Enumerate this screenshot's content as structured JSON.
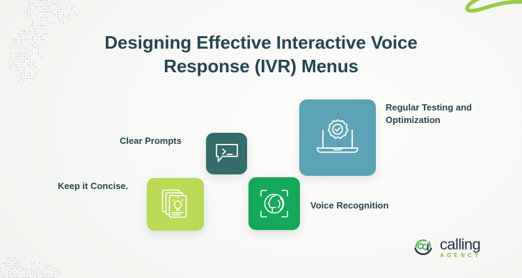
{
  "slide": {
    "title": "Designing Effective Interactive Voice Response (IVR) Menus",
    "background_color": "#f6f7f4",
    "title_color": "#26454f"
  },
  "items": [
    {
      "label": "Keep it Concise.",
      "icon": "documents-lightbulb-icon",
      "tile_color": "#bad957",
      "label_position": "left"
    },
    {
      "label": "Clear Prompts",
      "icon": "speech-bubble-terminal-icon",
      "tile_color": "#366b6b",
      "label_position": "left"
    },
    {
      "label": "Voice Recognition",
      "icon": "voice-recognition-face-icon",
      "tile_color": "#14a85a",
      "label_position": "right"
    },
    {
      "label": "Regular Testing and Optimization",
      "icon": "laptop-gear-check-icon",
      "tile_color": "#5ca3b5",
      "label_position": "right"
    }
  ],
  "logo": {
    "mark": "calling-agency-logo-mark",
    "word": "calling",
    "sub": "AGENCY",
    "word_color": "#2b3247",
    "sub_color": "#7ab648"
  },
  "decorations": {
    "dot_map": "dotted-world-map",
    "swoosh": "green-brush-stroke",
    "swoosh_color": "#97cb48"
  }
}
